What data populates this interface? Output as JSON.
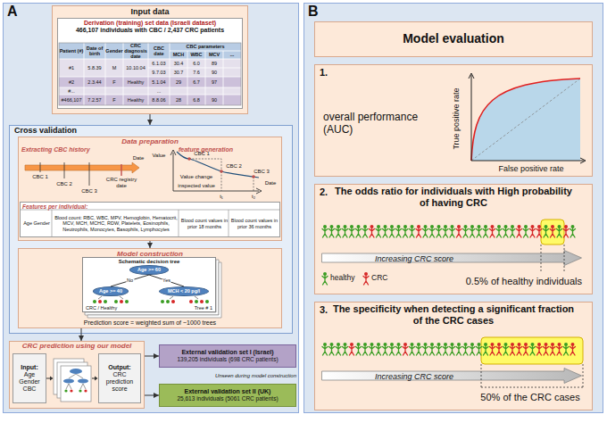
{
  "diagram": {
    "nodes": [
      {
        "text": [
          "A"
        ]
      },
      {
        "text": [
          "Input data"
        ],
        "in": 0
      },
      {
        "text": [
          "Derivation (training) set data (Israeli dataset)",
          "466,107 individuals with CBC / 2,437 CRC patients"
        ],
        "in": 1
      },
      {
        "text": [
          "Cross validation"
        ],
        "in": 0
      },
      {
        "text": [
          "Data preparation"
        ],
        "in": 3
      },
      {
        "text": [
          "Features per individual:"
        ],
        "in": 4
      },
      {
        "text": [
          "Model construction",
          "Prediction score = weighted sum of ~1000 trees"
        ],
        "in": 3
      },
      {
        "text": [
          "Schematic decision tree",
          "Tree # 1"
        ],
        "in": 6
      },
      {
        "text": [
          "Age >= 60"
        ],
        "in": 7
      },
      {
        "text": [
          "Age >= 40"
        ],
        "in": 7
      },
      {
        "text": [
          "MCH < 20 pg/l"
        ],
        "in": 7
      },
      {
        "text": [
          "CRC prediction using our model"
        ],
        "in": 0
      },
      {
        "text": [
          "Input:",
          "Age Gender CBC"
        ],
        "in": 11
      },
      {
        "text": [
          "Output:",
          "CRC prediction score"
        ],
        "in": 11
      },
      {
        "text": [
          "External validation set I (Israel)",
          "139,205 individuals (698 CRC patients)"
        ],
        "in": 0
      },
      {
        "text": [
          "External validation set II (UK)",
          "25,613 individuals (5061 CRC patients)"
        ],
        "in": 0
      },
      {
        "text": [
          "B"
        ]
      },
      {
        "text": [
          "Model evaluation"
        ],
        "in": 16
      },
      {
        "text": [
          "1.",
          "overall performance (AUC)"
        ],
        "in": 16
      },
      {
        "text": [
          "2.",
          "The odds ratio for individuals with High probability of having CRC"
        ],
        "in": 16
      },
      {
        "text": [
          "Increasing CRC score"
        ],
        "in": 19
      },
      {
        "text": [
          "3.",
          "The specificity when detecting a significant fraction of the CRC cases"
        ],
        "in": 16
      },
      {
        "text": [
          "Increasing CRC score"
        ],
        "in": 21
      }
    ],
    "edges": [
      {
        "from": 1,
        "to": 3,
        "arrow": "to"
      },
      {
        "from": 4,
        "to": 6,
        "arrow": "to"
      },
      {
        "from": 6,
        "to": 11,
        "arrow": "to"
      },
      {
        "from": 11,
        "to": 14,
        "arrow": "to"
      },
      {
        "from": 11,
        "to": 15,
        "arrow": "to"
      },
      {
        "from": 8,
        "to": 9,
        "label": "No",
        "arrow": "none"
      },
      {
        "from": 8,
        "to": 10,
        "label": "Yes",
        "arrow": "none"
      }
    ],
    "labels": [
      "Patient (#)",
      "Date of birth",
      "Gender",
      "CRC diagnosis date",
      "CBC date",
      "CBC parameters",
      "MCH",
      "WBC",
      "MCV",
      "...",
      "#1",
      "5.8.39",
      "M",
      "10.10.04",
      "6.1.03",
      "30.4",
      "6.0",
      "89",
      "9.7.03",
      "30.7",
      "7.6",
      "90",
      "#2",
      "2.3.44",
      "F",
      "Healthy",
      "5.1.04",
      "29",
      "6.7",
      "97",
      "#...",
      "...",
      "#466,107",
      "7.2.57",
      "F",
      "Healthy",
      "8.8.06",
      "28",
      "6.8",
      "90",
      "Extracting CBC history",
      "Date",
      "CBC 1",
      "CBC 2",
      "CBC 3",
      "CRC registry date",
      "feature generation",
      "Value",
      "CBC 1",
      "CBC 2",
      "CBC 3",
      "Value change",
      "inspected value",
      "t₁",
      "t₂",
      "Date",
      "Age Gender",
      "Blood count: RBC, WBC, MPV, Hemoglobin, Hematocrit, MCV, MCH, MCHC, RDW, Platelets, Eosinophils, Neutrophils, Monocytes, Basophils, Lymphocytes",
      "Blood count values in prior 18 months",
      "Blood count values in prior 36 months",
      "CRC / Healthy",
      "Unseen during model construction",
      "True positive rate",
      "False positive rate",
      "0.5% of healthy individuals",
      "50% of the CRC cases"
    ],
    "legend": [
      {
        "text": "healthy",
        "color": "#3a9d23"
      },
      {
        "text": "CRC",
        "color": "#d62828"
      }
    ]
  }
}
